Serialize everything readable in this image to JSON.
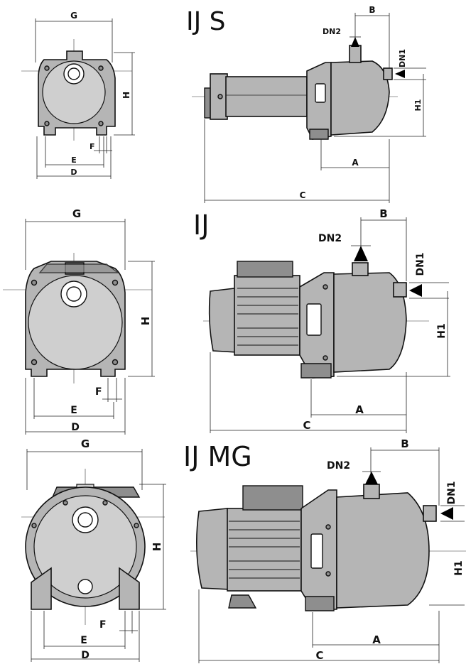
{
  "views": [
    {
      "model": "IJ S",
      "front_labels": {
        "g": "G",
        "h": "H",
        "e": "E",
        "f": "F",
        "d": "D"
      },
      "side_labels": {
        "b": "B",
        "dn2": "DN2",
        "dn1": "DN1",
        "h1": "H1",
        "a": "A",
        "c": "C"
      }
    },
    {
      "model": "IJ",
      "front_labels": {
        "g": "G",
        "h": "H",
        "e": "E",
        "f": "F",
        "d": "D"
      },
      "side_labels": {
        "b": "B",
        "dn2": "DN2",
        "dn1": "DN1",
        "h1": "H1",
        "a": "A",
        "c": "C"
      }
    },
    {
      "model": "IJ MG",
      "front_labels": {
        "g": "G",
        "h": "H",
        "e": "E",
        "f": "F",
        "d": "D"
      },
      "side_labels": {
        "b": "B",
        "dn2": "DN2",
        "dn1": "DN1",
        "h1": "H1",
        "a": "A",
        "c": "C"
      }
    }
  ]
}
